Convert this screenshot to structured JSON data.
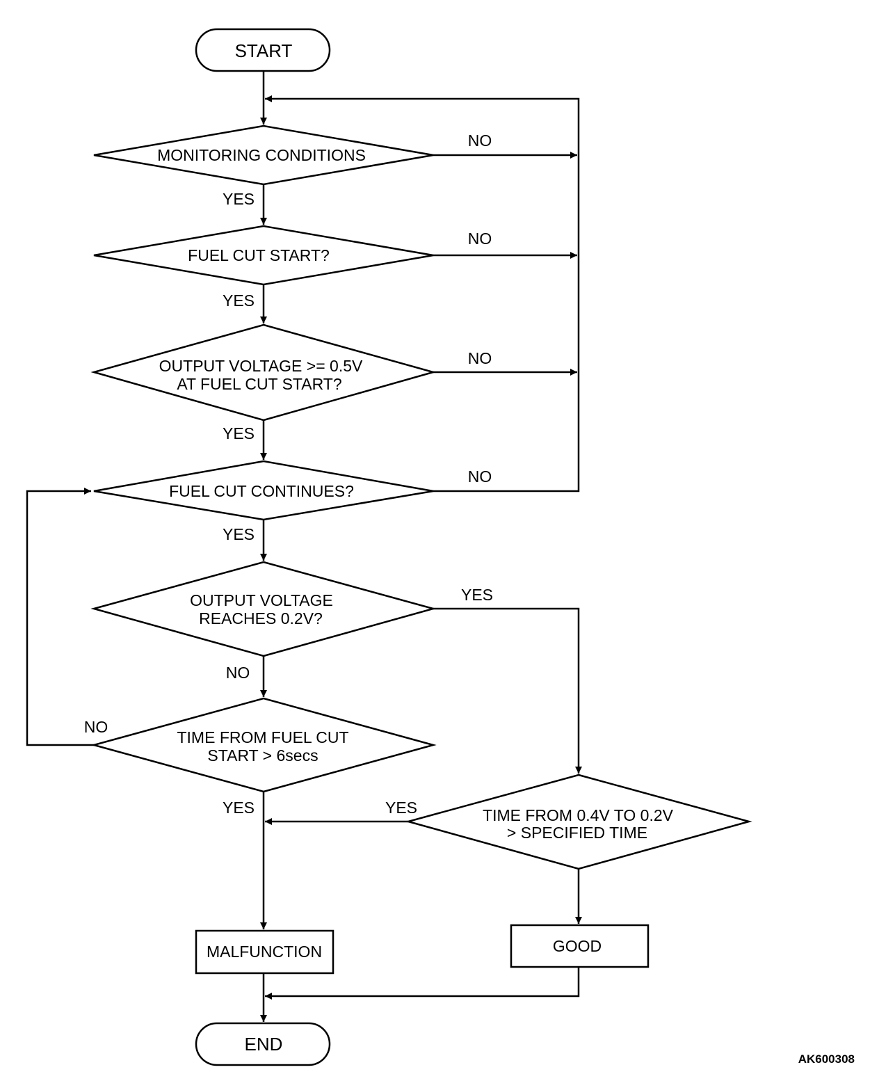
{
  "nodes": {
    "start": "START",
    "monitoring": "MONITORING CONDITIONS",
    "fuel_cut_start": "FUEL CUT START?",
    "voltage_check_1": "OUTPUT VOLTAGE >= 0.5V",
    "voltage_check_2": "AT FUEL CUT START?",
    "fuel_cut_continues": "FUEL CUT CONTINUES?",
    "reaches_1": "OUTPUT VOLTAGE",
    "reaches_2": "REACHES 0.2V?",
    "time_fuel_1": "TIME FROM FUEL CUT",
    "time_fuel_2": "START > 6secs",
    "time_specified_1": "TIME FROM 0.4V TO 0.2V",
    "time_specified_2": "> SPECIFIED TIME",
    "malfunction": "MALFUNCTION",
    "good": "GOOD",
    "end": "END"
  },
  "labels": {
    "yes": "YES",
    "no": "NO"
  },
  "reference_code": "AK600308"
}
